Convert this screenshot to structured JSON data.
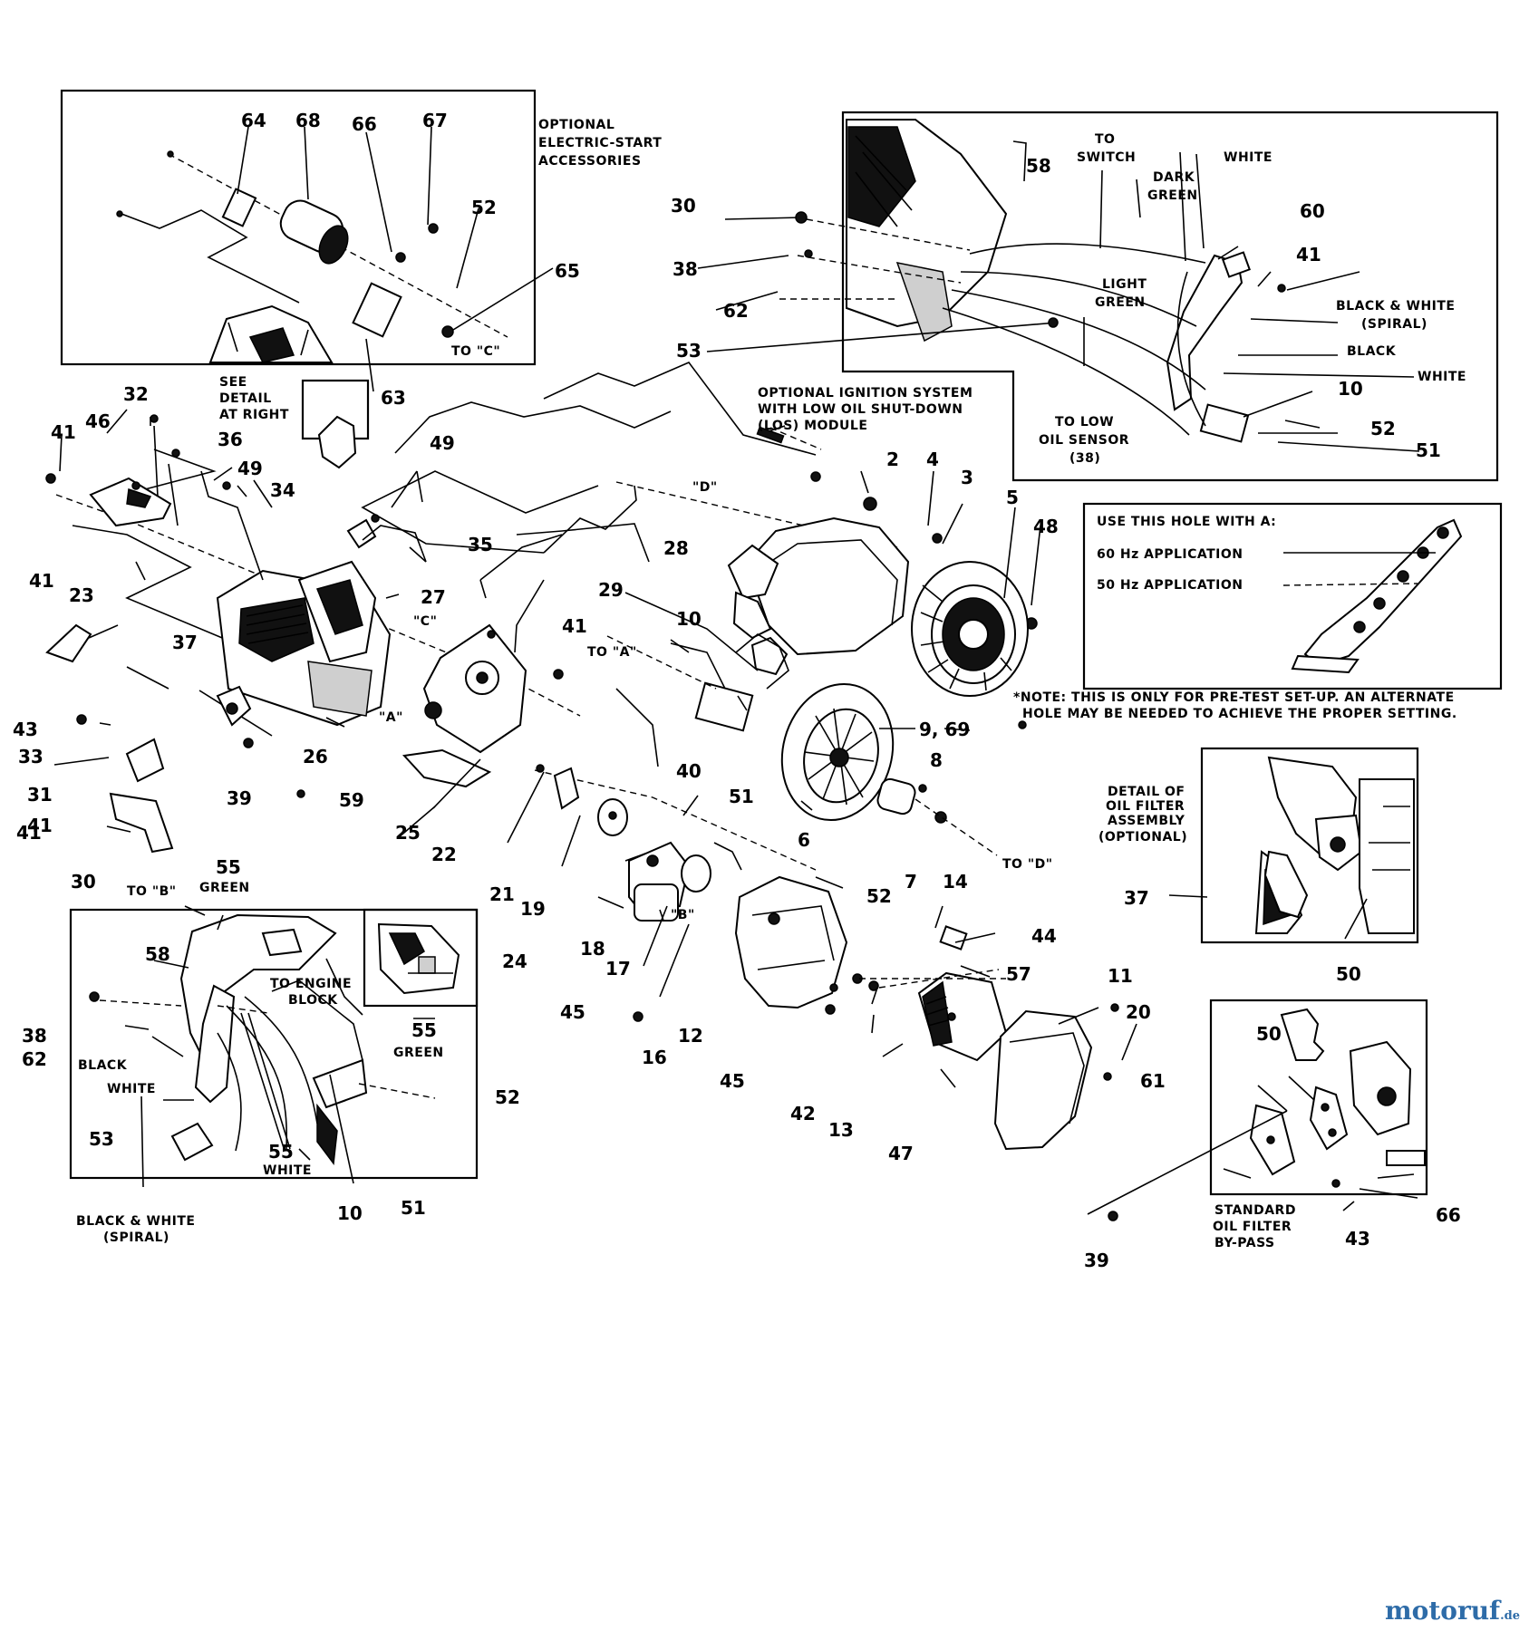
{
  "captions": {
    "electric_start": [
      "OPTIONAL",
      "ELECTRIC-START",
      "ACCESSORIES"
    ],
    "to_c": "TO \"C\"",
    "see_detail": [
      "SEE",
      "DETAIL",
      "AT RIGHT"
    ],
    "ignition": [
      "OPTIONAL IGNITION SYSTEM",
      "WITH LOW OIL SHUT-DOWN",
      "(LOS) MODULE"
    ],
    "to_switch": [
      "TO",
      "SWITCH"
    ],
    "dark_green": [
      "DARK",
      "GREEN"
    ],
    "white": "WHITE",
    "light_green": [
      "LIGHT",
      "GREEN"
    ],
    "black_white_spiral": [
      "BLACK & WHITE",
      "(SPIRAL)"
    ],
    "black": "BLACK",
    "to_low_oil": [
      "TO LOW",
      "OIL SENSOR",
      "(38)"
    ],
    "hole_title": "USE THIS HOLE WITH A:",
    "hz60": "60 Hz APPLICATION",
    "hz50": "50 Hz APPLICATION",
    "note": [
      "*NOTE: THIS IS ONLY FOR PRE-TEST SET-UP. AN ALTERNATE",
      "HOLE MAY BE NEEDED TO ACHIEVE THE PROPER SETTING."
    ],
    "oil_filter_detail": [
      "DETAIL OF",
      "OIL FILTER",
      "ASSEMBLY",
      "(OPTIONAL)"
    ],
    "standard_bypass": [
      "STANDARD",
      "OIL FILTER",
      "BY-PASS"
    ],
    "to_a": "TO \"A\"",
    "to_b": "TO \"B\"",
    "to_d": "TO \"D\"",
    "to_engine_block": [
      "TO ENGINE",
      "BLOCK"
    ],
    "green": "GREEN",
    "black_lower": "BLACK",
    "white_lower": "WHITE",
    "white_small": "WHITE",
    "black_white_lower": [
      "BLACK & WHITE",
      "(SPIRAL)"
    ],
    "letter_a": "\"A\"",
    "letter_b": "\"B\"",
    "letter_c": "\"C\"",
    "letter_d": "\"D\""
  },
  "part_numbers": {
    "p64": "64",
    "p68": "68",
    "p66": "66",
    "p67": "67",
    "p52a": "52",
    "p65": "65",
    "p63": "63",
    "p32": "32",
    "p46a": "46",
    "p41a": "41",
    "p36": "36",
    "p49a": "49",
    "p34": "34",
    "p49b": "49",
    "p35": "35",
    "p28": "28",
    "p29": "29",
    "p27": "27",
    "p41b": "41",
    "p23": "23",
    "p37a": "37",
    "p43a": "43",
    "p33": "33",
    "p31": "31",
    "p41c": "41",
    "p41d": "41",
    "p39a": "39",
    "p26": "26",
    "p59": "59",
    "p25": "25",
    "p22": "22",
    "p21": "21",
    "p19": "19",
    "p18": "18",
    "p17": "17",
    "p16": "16",
    "p45a": "45",
    "p12": "12",
    "p45b": "45",
    "p41e": "41",
    "p10a": "10",
    "p40": "40",
    "p51a": "51",
    "p9": "9, 69",
    "p6": "6",
    "p8": "8",
    "p7": "7",
    "p2": "2",
    "p4": "4",
    "p3": "3",
    "p5": "5",
    "p48": "48",
    "p30a": "30",
    "p38a": "38",
    "p62a": "62",
    "p53a": "53",
    "p58a": "58",
    "p60": "60",
    "p41f": "41",
    "p10b": "10",
    "p52b": "52",
    "p51b": "51",
    "p52c": "52",
    "p14": "14",
    "p44": "44",
    "p57": "57",
    "p42": "42",
    "p13": "13",
    "p47": "47",
    "p11": "11",
    "p20": "20",
    "p30b": "30",
    "p55a": "55",
    "p58b": "58",
    "p24": "24",
    "p55b": "55",
    "p38b": "38",
    "p62b": "62",
    "p53b": "53",
    "p55c": "55",
    "p10c": "10",
    "p51c": "51",
    "p52d": "52",
    "p37b": "37",
    "p50a": "50",
    "p50b": "50",
    "p61": "61",
    "p66b": "66",
    "p43b": "43",
    "p39b": "39"
  },
  "brand": {
    "name": "motoruf",
    "tld": ".de",
    "color": "#2e6ca8"
  }
}
